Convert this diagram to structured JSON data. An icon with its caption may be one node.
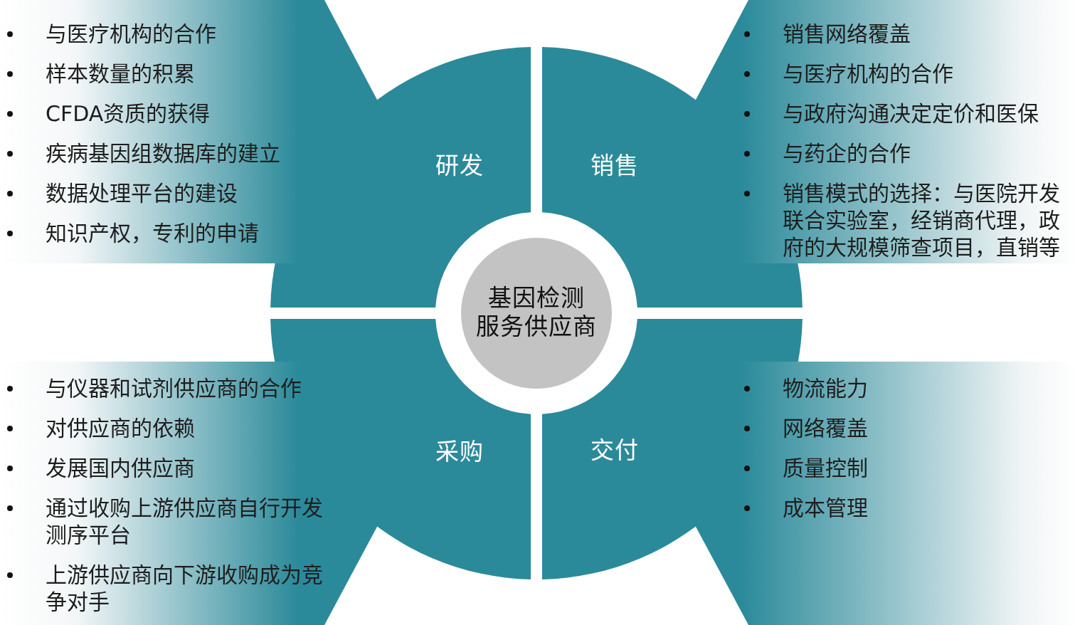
{
  "diagram": {
    "nodes": [
      {
        "text": [
          "与医疗机构的合作",
          "样本数量的积累",
          "CFDA资质的获得",
          "疾病基因组数据库的建立",
          "数据处理平台的建设",
          "知识产权，专利的申请"
        ]
      },
      {
        "text": [
          "研发"
        ]
      },
      {
        "text": [
          "销售"
        ]
      },
      {
        "text": [
          "销售网络覆盖",
          "与医疗机构的合作",
          "与政府沟通决定定价和医保",
          "与药企的合作",
          "销售模式的选择：与医院开发联合实验室，经销商代理，政府的大规模筛查项目，直销等"
        ]
      },
      {
        "text": [
          "基因检测服务供应商"
        ]
      },
      {
        "text": [
          "与仪器和试剂供应商的合作",
          "对供应商的依赖",
          "发展国内供应商",
          "通过收购上游供应商自行开发测序平台",
          "上游供应商向下游收购成为竞争对手"
        ]
      },
      {
        "text": [
          "采购"
        ]
      },
      {
        "text": [
          "交付"
        ]
      },
      {
        "text": [
          "物流能力",
          "网络覆盖",
          "质量控制",
          "成本管理"
        ]
      }
    ]
  }
}
